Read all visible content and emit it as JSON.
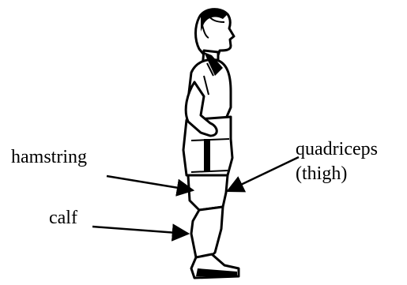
{
  "labels": {
    "hamstring": "hamstring",
    "quadriceps_line1": "quadriceps",
    "quadriceps_line2": "(thigh)",
    "calf": "calf"
  },
  "colors": {
    "ink": "#000000",
    "background": "#ffffff"
  }
}
